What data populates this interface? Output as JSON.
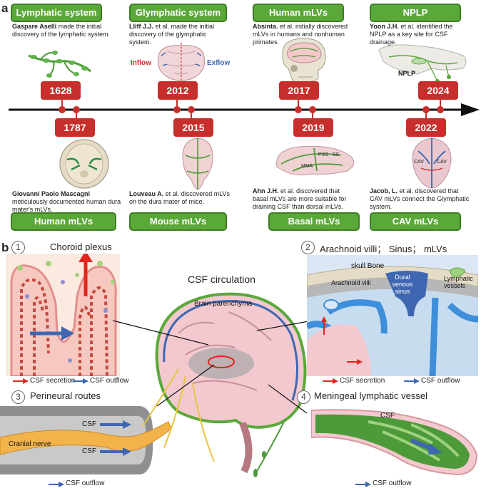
{
  "panel_a": {
    "letter": "a",
    "top_boxes": [
      {
        "label": "Lymphatic system"
      },
      {
        "label": "Glymphatic system"
      },
      {
        "label": "Human mLVs"
      },
      {
        "label": "NPLP"
      }
    ],
    "bottom_boxes": [
      {
        "label": "Human mLVs"
      },
      {
        "label": "Mouse mLVs"
      },
      {
        "label": "Basal mLVs"
      },
      {
        "label": "CAV mLVs"
      }
    ],
    "top_years": [
      "1628",
      "2012",
      "2017",
      "2024"
    ],
    "bottom_years": [
      "1787",
      "2015",
      "2019",
      "2022"
    ],
    "top_descs": [
      {
        "author": "Gaspare Aselli",
        "text": " made the initial discovery of the lymphatic system."
      },
      {
        "author": "Lliff J.J.",
        "text": " et al. made the initial discovery of the glymphatic system."
      },
      {
        "author": "Absinta.",
        "text": " et al. initially discovered mLVs in humans and nonhuman primates."
      },
      {
        "author": "Yoon J.H.",
        "text": " et al. identified the NPLP as a key site for CSF drainage."
      }
    ],
    "bottom_descs": [
      {
        "author": "Giovanni Paolo Mascagni",
        "text": " meticulously documented human dura mater's mLVs."
      },
      {
        "author": "Louveau A.",
        "text": " et al.  discovered mLVs on the dura mater of mice."
      },
      {
        "author": "Ahn J.H.",
        "text": " et al. discovered that basal mLVs are more suitable for draining CSF than dorsal mLVs."
      },
      {
        "author": "Jacob, L.",
        "text": " et al. discovered that CAV mLVs connect the Glymphatic system."
      }
    ],
    "inflow": "Inflow",
    "exflow": "Exflow",
    "nplp": "NPLP",
    "pss": "PSS",
    "ss": "SS",
    "mma": "MMA",
    "cav1": "CAV",
    "cav2": "CAV"
  },
  "panel_b": {
    "letter": "b",
    "p1_num": "1",
    "p1_title": "Choroid plexus",
    "p2_num": "2",
    "p2_title": "Arachnoid villi； Sinus； mLVs",
    "p3_num": "3",
    "p3_title": "Perineural routes",
    "p4_num": "4",
    "p4_title": "Meningeal lymphatic vessel",
    "center_title": "CSF circulation",
    "brain_parenchyma": "Brain parenchyma",
    "skull_bone": "skull Bone",
    "dural_sinus": "Dural venous sinus",
    "arachnoid_villi": "Arachnoid villi",
    "lymphatic_vessels": "Lymphatic vessels",
    "csf": "CSF",
    "cranial_nerve": "Cranial nerve",
    "legend_secretion": "CSF secretion",
    "legend_outflow": "CSF outflow",
    "colors": {
      "red": "#e0261f",
      "blue": "#3f67b1",
      "green": "#5aa83a"
    }
  }
}
